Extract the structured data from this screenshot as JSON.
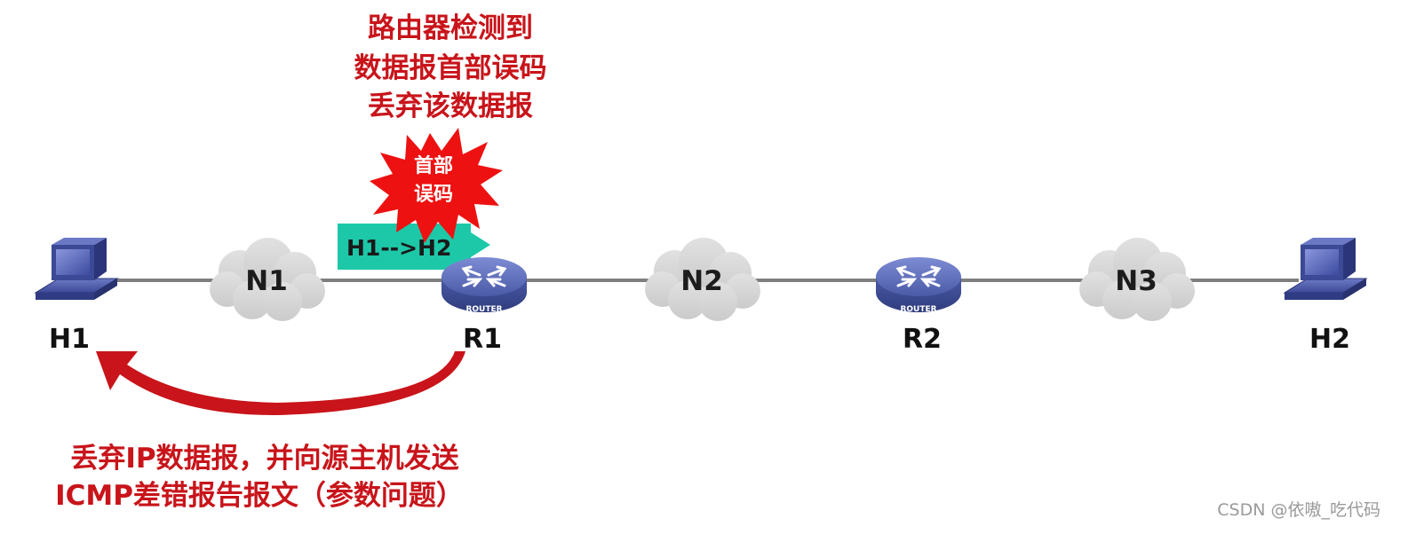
{
  "top_note": {
    "line1": "路由器检测到",
    "line2": "数据报首部误码",
    "line3": "丢弃该数据报"
  },
  "burst": {
    "line1": "首部",
    "line2": "误码"
  },
  "packet": {
    "label": "H1-->H2"
  },
  "hosts": {
    "h1": "H1",
    "h2": "H2"
  },
  "routers": {
    "r1": "R1",
    "r2": "R2",
    "device_text": "ROUTER"
  },
  "networks": {
    "n1": "N1",
    "n2": "N2",
    "n3": "N3"
  },
  "bottom_note": {
    "line1": "丢弃IP数据报，并向源主机发送",
    "line2": "ICMP差错报告报文（参数问题）"
  },
  "watermark": "CSDN @依嗷_吃代码",
  "colors": {
    "accent_red": "#c8141a",
    "burst_red": "#ee1111",
    "packet_teal": "#1dc8a8",
    "router_blue": "#5a6cba",
    "link_gray": "#7f7f7f",
    "cloud_gray": "#d6d6d6"
  },
  "icons": {
    "host": "computer-icon",
    "router": "router-icon",
    "network": "cloud-icon",
    "error": "burst-icon",
    "return_arrow": "curved-arrow-icon"
  }
}
